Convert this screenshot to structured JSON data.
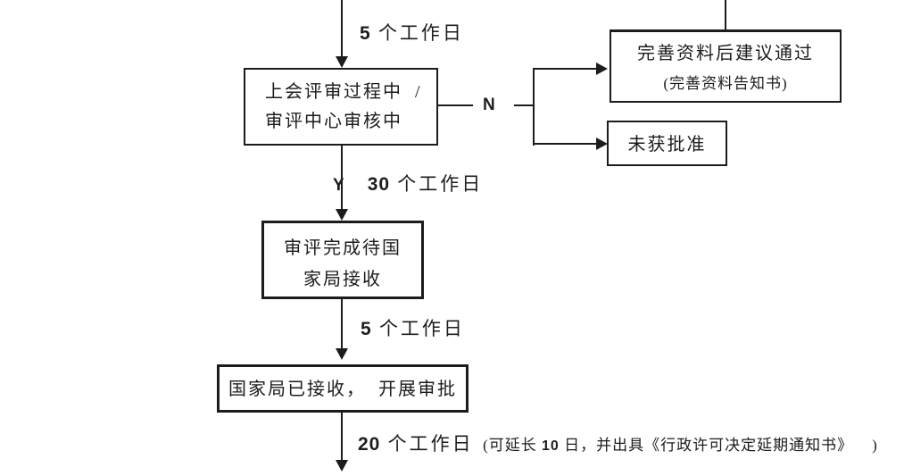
{
  "colors": {
    "background": "#ffffff",
    "line": "#1c1c1c"
  },
  "nodes": {
    "review_in_progress": {
      "line1": "上会评审过程中  /",
      "line2": "审评中心审核中"
    },
    "supplement_pass": {
      "line1": "完善资料后建议通过",
      "line2": "(完善资料告知书)"
    },
    "not_approved": {
      "label": "未获批准"
    },
    "review_complete": {
      "line1": "审评完成待国",
      "line2": "家局接收"
    },
    "nmpa_received": {
      "label": "国家局已接收，  开展审批"
    }
  },
  "edges": {
    "label_5_days_top": {
      "number": "5",
      "unit": "个工作日"
    },
    "branch_no": {
      "label": "N"
    },
    "branch_yes_30_days": {
      "branch": "Y",
      "number": "30",
      "unit": "个工作日"
    },
    "label_5_days_mid": {
      "number": "5",
      "unit": "个工作日"
    },
    "label_20_days": {
      "number": "20",
      "unit": "个工作日",
      "note_open": "(可延长",
      "note_number": "10",
      "note_rest": "日，并出具《行政许可决定延期通知书》",
      "note_close": ")"
    }
  }
}
